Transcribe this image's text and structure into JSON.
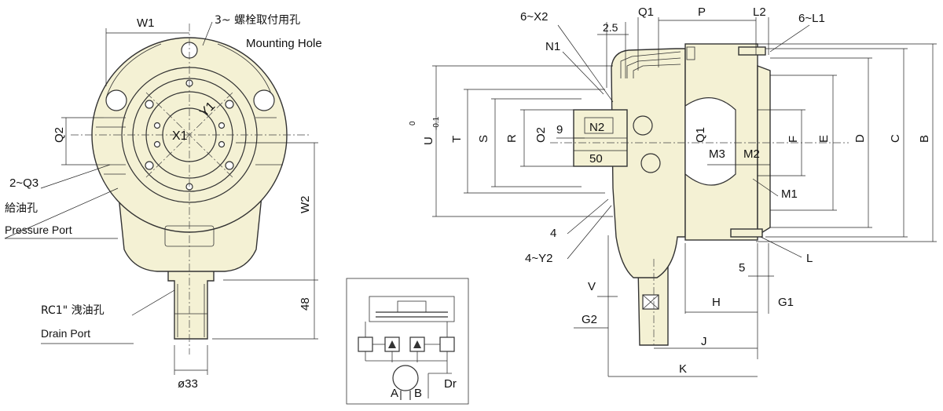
{
  "front_view": {
    "w1": "W1",
    "mounting_hole_cn": "3~ 螺栓取付用孔",
    "mounting_hole_en": "Mounting Hole",
    "q2": "Q2",
    "q3": "2~Q3",
    "pressure_port_cn": "給油孔",
    "pressure_port_en": "Pressure Port",
    "x1": "X1",
    "y1": "Y1",
    "w2": "W2",
    "drain_port_cn": "RC1\" 洩油孔",
    "drain_port_en": "Drain Port",
    "dim_48": "48",
    "dim_d33": "ø33"
  },
  "side_view": {
    "x2": "6~X2",
    "dim_25": "2.5",
    "q1_top": "Q1",
    "p": "P",
    "l2": "L2",
    "l1": "6~L1",
    "n1": "N1",
    "u_main": "U",
    "u_sup": "0",
    "u_sub": "-0.1",
    "t": "T",
    "s": "S",
    "r": "R",
    "o2": "O2",
    "dim_9": "9",
    "n2": "N2",
    "dim_50": "50",
    "q1_side": "Q1",
    "m3": "M3",
    "m2": "M2",
    "f": "F",
    "e": "E",
    "d": "D",
    "c": "C",
    "b": "B",
    "m1": "M1",
    "dim_4": "4",
    "y2": "4~Y2",
    "l": "L",
    "dim_5": "5",
    "v": "V",
    "h": "H",
    "g1": "G1",
    "g2": "G2",
    "j": "J",
    "k": "K"
  },
  "schematic": {
    "a": "A",
    "b": "B",
    "dr": "Dr"
  }
}
